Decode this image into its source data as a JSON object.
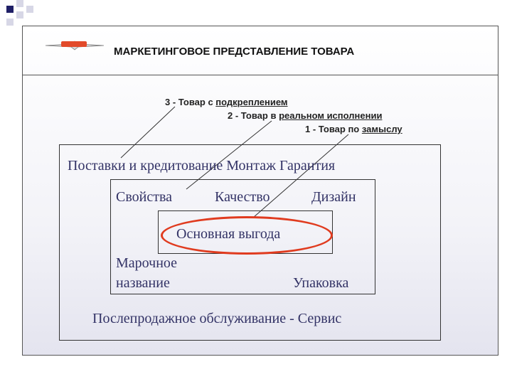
{
  "title": "МАРКЕТИНГОВОЕ ПРЕДСТАВЛЕНИЕ ТОВАРА",
  "levels": {
    "level3": {
      "prefix": "3 - Товар с ",
      "underlined": "подкреплением"
    },
    "level2": {
      "prefix": "2 - Товар в ",
      "underlined": "реальном исполнении"
    },
    "level1": {
      "prefix": "1 - Товар по ",
      "underlined": "замыслу"
    }
  },
  "outer_ring": {
    "top": "Поставки и кредитование   Монтаж   Гарантия",
    "bottom": "Послепродажное обслуживание  - Сервис"
  },
  "actual_product": {
    "properties": "Свойства",
    "quality": "Качество",
    "design": "Дизайн",
    "brand_line1": "Марочное",
    "brand_line2": "название",
    "packaging": "Упаковка"
  },
  "core": {
    "benefit": "Основная выгода"
  },
  "colors": {
    "accent_red": "#e03b1f",
    "text_blue": "#333366",
    "corner_navy": "#1f1f66"
  }
}
